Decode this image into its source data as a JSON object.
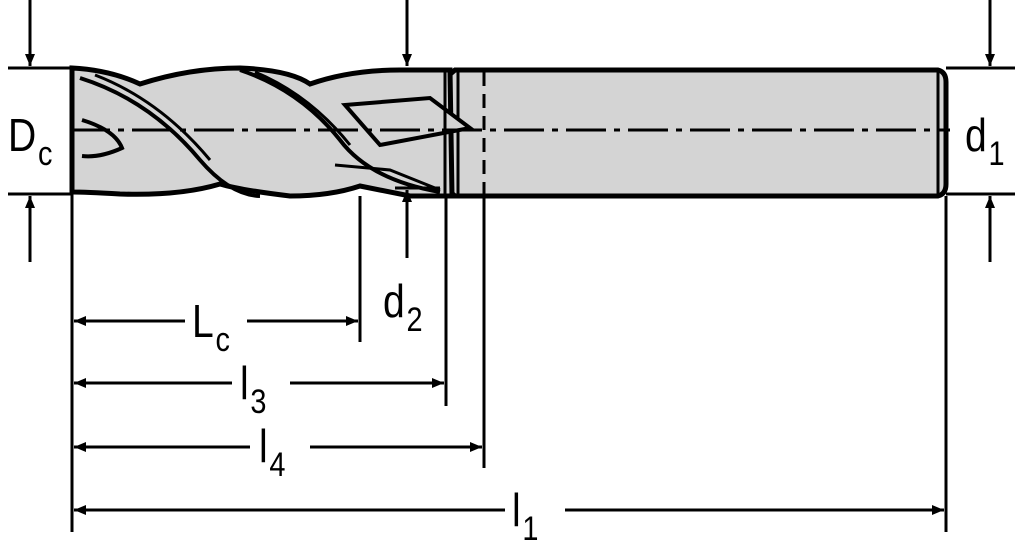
{
  "diagram": {
    "subject": "3-flute end mill",
    "colors": {
      "line": "#000000",
      "fill": "#d4d4d4",
      "background": "#ffffff"
    },
    "labels": {
      "Dc": {
        "main": "D",
        "sub": "c"
      },
      "d1": {
        "main": "d",
        "sub": "1"
      },
      "d2": {
        "main": "d",
        "sub": "2"
      },
      "Lc": {
        "main": "L",
        "sub": "c"
      },
      "l3": {
        "main": "l",
        "sub": "3"
      },
      "l4": {
        "main": "l",
        "sub": "4"
      },
      "l1": {
        "main": "l",
        "sub": "1"
      }
    }
  }
}
